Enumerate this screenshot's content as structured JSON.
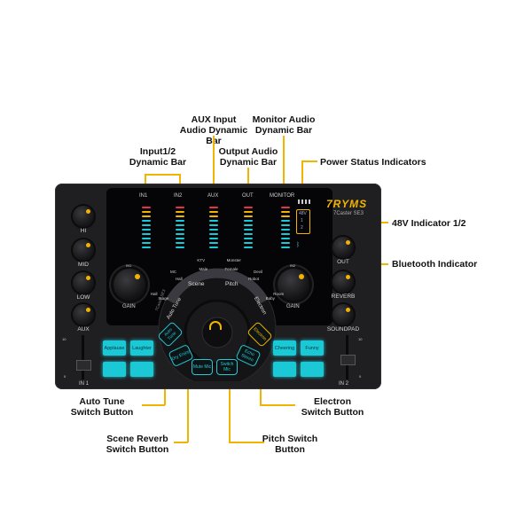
{
  "callouts": {
    "aux_input": "AUX Input\nAudio Dynamic Bar",
    "monitor_audio": "Monitor Audio\nDynamic Bar",
    "input12": "Input1/2\nDynamic Bar",
    "output_audio": "Output Audio\nDynamic Bar",
    "power_status": "Power Status Indicators",
    "indicator_48v": "48V Indicator 1/2",
    "bluetooth": "Bluetooth Indicator",
    "auto_tune": "Auto Tune\nSwitch Button",
    "electron": "Electron\nSwitch Button",
    "scene_reverb": "Scene Reverb\nSwitch Button",
    "pitch": "Pitch Switch\nButton"
  },
  "device": {
    "brand": "7RYMS",
    "model": "7Caster SE3",
    "channels": [
      "IN1",
      "IN2",
      "AUX",
      "OUT",
      "MONITOR"
    ],
    "left_knobs": [
      "HI",
      "MID",
      "LOW",
      "AUX"
    ],
    "right_knobs": [
      "OUT",
      "REVERB",
      "SOUNDPAD"
    ],
    "gain_left": "GAIN",
    "gain_right": "GAIN",
    "in1_small": "IN1",
    "in2_small": "IN2",
    "fader_left": "IN 1",
    "fader_right": "IN 2",
    "fader_scale_top": "10",
    "fader_scale_bottom": "0",
    "wheel_labels": {
      "scene": "Scene",
      "pitch": "Pitch",
      "auto_tune": "Auto Tune",
      "electron": "Electron",
      "model_arc": "7Caster SE3"
    },
    "scene_options": [
      "Hall",
      "MC",
      "KTV",
      "Monster",
      "Devil",
      "Room",
      "Stage",
      "Hall",
      "Male",
      "Female",
      "Robot",
      "Baby"
    ],
    "pads_left": [
      "Applause",
      "Laughter",
      "",
      ""
    ],
    "pads_right": [
      "Cheering",
      "Funny",
      "",
      ""
    ],
    "ring_buttons": [
      "Auto Tune",
      "Dry Enjoy",
      "Mute Mic",
      "Switch Mic",
      "Echo Stereo",
      "Electron"
    ],
    "indicators": [
      "48V",
      "1",
      "2",
      "BT"
    ],
    "headphone_icon": "headphone-icon"
  },
  "colors": {
    "accent": "#f1b400",
    "cyan": "#1bc9d6",
    "body": "#1f1f22"
  }
}
